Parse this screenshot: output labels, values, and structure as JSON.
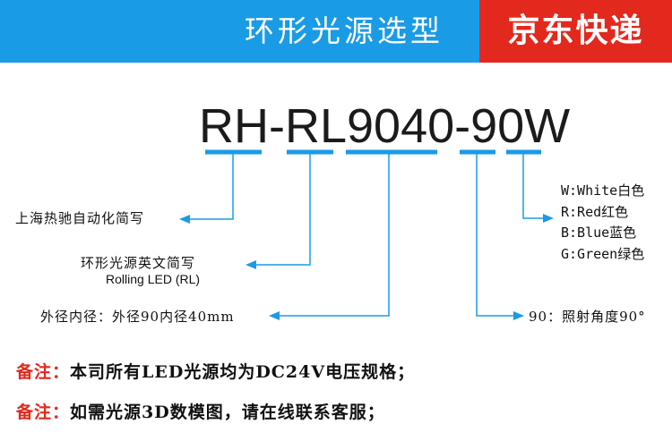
{
  "banner": {
    "title": "环形光源选型",
    "shop": "京东快递"
  },
  "model_code": "RH-RL9040-90W",
  "labels": {
    "short_name": "上海热驰自动化简写",
    "type_cn": "环形光源英文简写",
    "type_en": "Rolling LED (RL)",
    "size": "外径内径：外径90内径40mm",
    "angle": "90：照射角度90°"
  },
  "colors": [
    "W:White白色",
    "R:Red红色",
    "B:Blue蓝色",
    "G:Green绿色"
  ],
  "notes": [
    {
      "tag": "备注：",
      "text": "本司所有LED光源均为DC24V电压规格；"
    },
    {
      "tag": "备注：",
      "text": "如需光源3D数模图，请在线联系客服；"
    }
  ],
  "accent_color": "#1a9be6"
}
